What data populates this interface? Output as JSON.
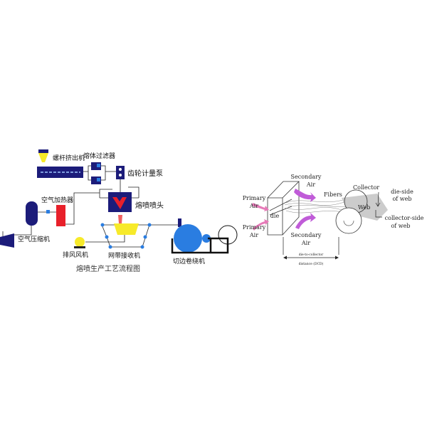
{
  "left_diagram": {
    "title": "熔喷生产工艺流程图",
    "labels": {
      "extruder": "螺杆挤出机",
      "melt_filter": "熔体过滤器",
      "gear_pump": "齿轮计量泵",
      "air_heater": "空气加热器",
      "die_head": "熔喷喷头",
      "air_compressor": "空气压缩机",
      "exhaust_fan": "排风风机",
      "belt_collector": "网带接收机",
      "winder": "切边卷绕机"
    },
    "colors": {
      "navy": "#1c1c7a",
      "blue": "#2a7de1",
      "red": "#e8202a",
      "yellow": "#f7ea2a"
    }
  },
  "right_diagram": {
    "secondary_air_top": [
      "Secondary",
      "Air"
    ],
    "primary_air_top": [
      "Primary",
      "Air"
    ],
    "die": "die",
    "primary_air_bottom": [
      "Primary",
      "Air"
    ],
    "secondary_air_bottom": [
      "Secondary",
      "Air"
    ],
    "fibers": "Fibers",
    "collector": "Collector",
    "web": "Web",
    "die_side": [
      "die-side",
      "of web"
    ],
    "collector_side": [
      "collector-side",
      "of web"
    ],
    "dcd": [
      "die-to-collector",
      "distance (DCD)"
    ],
    "colors": {
      "arrow": "#c05cd8",
      "primary_arrow": "#e67ab8"
    }
  }
}
